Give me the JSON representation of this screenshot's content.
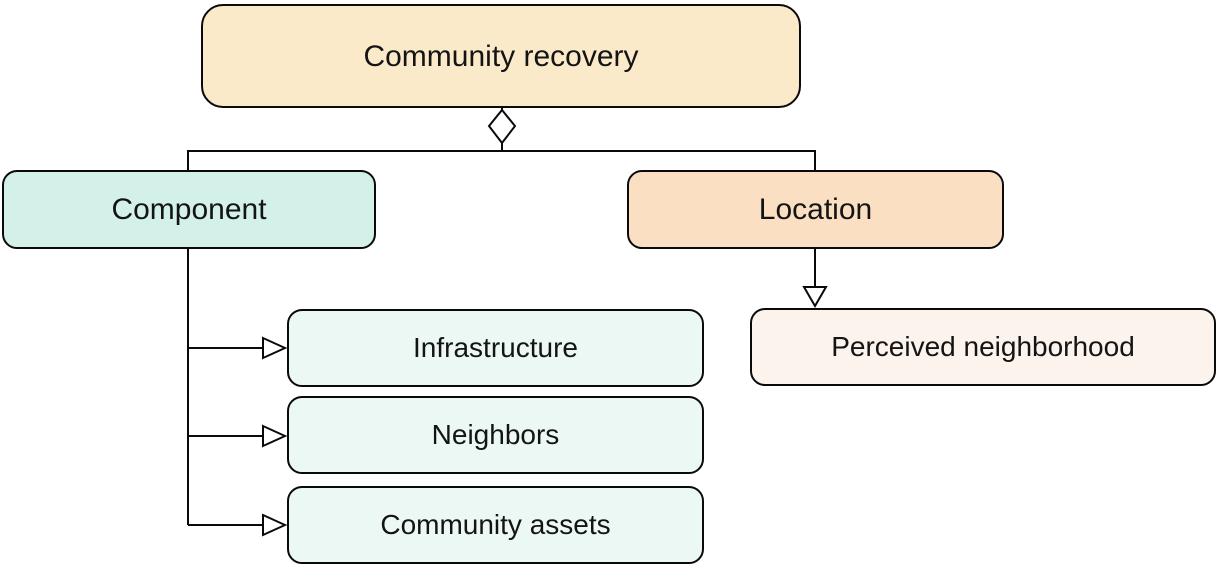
{
  "diagram": {
    "root": {
      "label": "Community recovery",
      "fill": "#faeac9"
    },
    "branches": [
      {
        "label": "Component",
        "fill": "#d4f1e9",
        "children": [
          {
            "label": "Infrastructure",
            "fill": "#ecf8f4"
          },
          {
            "label": "Neighbors",
            "fill": "#ecf8f4"
          },
          {
            "label": "Community assets",
            "fill": "#ecf8f4"
          }
        ]
      },
      {
        "label": "Location",
        "fill": "#fbdfc3",
        "children": [
          {
            "label": "Perceived neighborhood",
            "fill": "#fcf3ec"
          }
        ]
      }
    ],
    "connector_styles": {
      "root_to_branches": "hollow-diamond-aggregation",
      "branch_to_children": "hollow-triangle-generalization",
      "line_color": "#0a0a0a",
      "background": "#ffffff"
    }
  }
}
